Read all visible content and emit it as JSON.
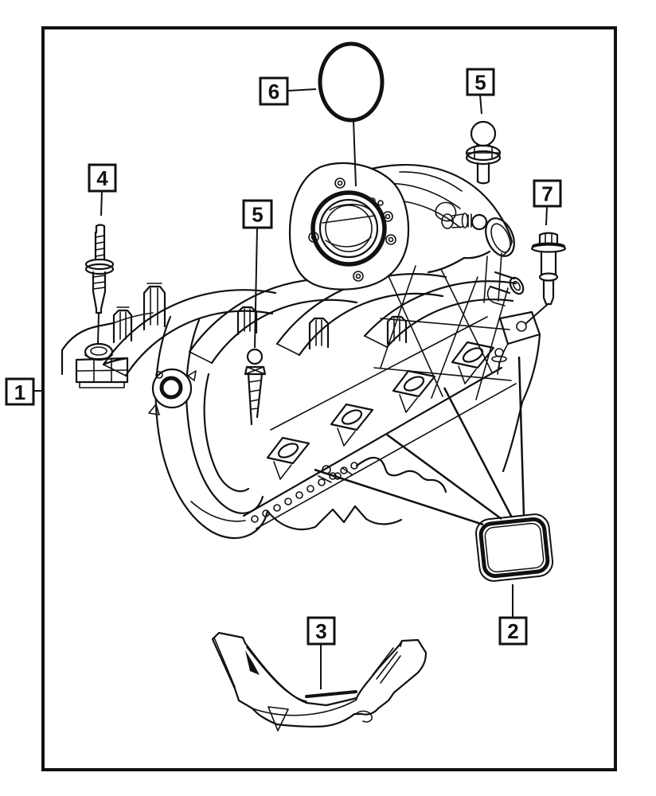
{
  "palette": {
    "background": "#ffffff",
    "line": "#111111"
  },
  "diagram_type": "exploded-parts-diagram",
  "subject": "engine intake manifold with fasteners, gaskets and support bracket",
  "callouts": [
    {
      "label": "1"
    },
    {
      "label": "2"
    },
    {
      "label": "3"
    },
    {
      "label": "4"
    },
    {
      "label": "5"
    },
    {
      "label": "5"
    },
    {
      "label": "6"
    },
    {
      "label": "7"
    }
  ]
}
